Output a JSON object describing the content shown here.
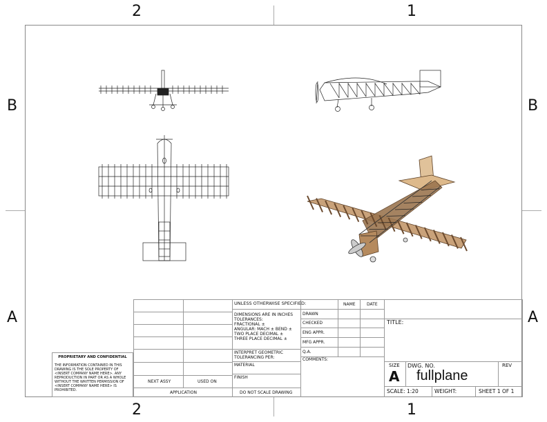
{
  "zones": {
    "top_left": "2",
    "top_right": "1",
    "bottom_left": "2",
    "bottom_right": "1",
    "left_upper": "B",
    "left_lower": "A",
    "right_upper": "B",
    "right_lower": "A"
  },
  "title_block": {
    "unless_specified": "UNLESS OTHERWISE SPECIFIED:",
    "dimensions_lines": [
      "DIMENSIONS ARE IN INCHES",
      "TOLERANCES:",
      "FRACTIONAL ±",
      "ANGULAR: MACH ±    BEND ±",
      "TWO PLACE DECIMAL    ±",
      "THREE PLACE DECIMAL  ±"
    ],
    "interpret_lines": [
      "INTERPRET GEOMETRIC",
      "TOLERANCING PER:"
    ],
    "material": "MATERIAL",
    "finish": "FINISH",
    "do_not_scale": "DO NOT SCALE DRAWING",
    "next_assy": "NEXT ASSY",
    "used_on": "USED ON",
    "application": "APPLICATION",
    "name": "NAME",
    "date": "DATE",
    "drawn": "DRAWN",
    "checked": "CHECKED",
    "eng_appr": "ENG APPR.",
    "mfg_appr": "MFG APPR.",
    "qa": "Q.A.",
    "comments": "COMMENTS:",
    "title_label": "TITLE:",
    "size_label": "SIZE",
    "size_value": "A",
    "dwg_no_label": "DWG.  NO.",
    "dwg_no_value": "fullplane",
    "rev_label": "REV",
    "scale": "SCALE: 1:20",
    "weight": "WEIGHT:",
    "sheet": "SHEET 1 OF 1"
  },
  "proprietary": {
    "heading": "PROPRIETARY AND CONFIDENTIAL",
    "body": "THE INFORMATION CONTAINED IN THIS DRAWING IS THE SOLE PROPERTY OF <INSERT COMPANY NAME HERE>.  ANY REPRODUCTION IN PART OR AS A WHOLE WITHOUT THE WRITTEN PERMISSION OF <INSERT COMPANY NAME HERE> IS PROHIBITED."
  },
  "colors": {
    "wood": "#c9a27a",
    "wood_dark": "#6b4a2e",
    "line": "#222222",
    "frame": "#888888"
  }
}
